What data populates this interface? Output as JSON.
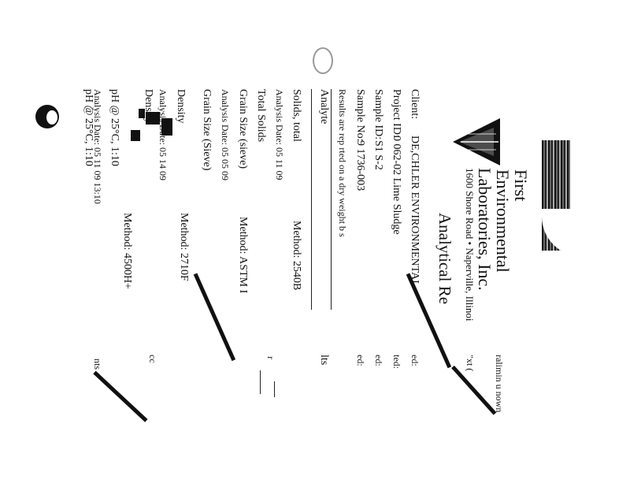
{
  "letterhead": {
    "company_line1": "First",
    "company_line2": "Environmental",
    "company_line3": "Laboratories, Inc.",
    "address": "1600 Shore Road • Naperville, Illinoi"
  },
  "report_title": "Analytical Re",
  "info": {
    "client_label": "Client:",
    "client_value": "DE,CHLER ENVIRONMENTAL",
    "project_label": "Project ID:",
    "project_value": "0 062-02 Lime Sludge",
    "sample_id_label": "Sample ID:",
    "sample_id_value": "S1 S-2",
    "sample_no_label": "Sample No:",
    "sample_no_value": "9 1736-003",
    "basis_note": "Results are rep rted on a dry weight b s"
  },
  "table": {
    "analyte_header": "Analyte",
    "rows": [
      {
        "name": "Solids, total",
        "date": "Analysis Date: 05 11 09",
        "method": "Method: 2540B"
      },
      {
        "name": "Total Solids",
        "date": "",
        "method": ""
      },
      {
        "name": "Grain Size (sieve)",
        "date": "Analysis Date: 05 05 09",
        "method": "Method: ASTM I"
      },
      {
        "name": "Grain Size (Sieve)",
        "date": "",
        "method": "Method: 2710F"
      },
      {
        "name": "Density",
        "date": "Analysis Date: 05 14 09",
        "method": ""
      },
      {
        "name": "Density",
        "date": "",
        "method": ""
      },
      {
        "name": "pH @ 25°C, 1:10",
        "date": "Analysis Date: 05 11 09 13:10",
        "method": "Method: 4500H+"
      },
      {
        "name": "pH @ 25°C, 1:10",
        "date": "",
        "method": ""
      }
    ]
  },
  "right_fragments": {
    "date_label_1": "ed:",
    "date_label_2": "ted:",
    "date_label_3": "ed:",
    "date_label_4": "ed:",
    "results_header": "lts",
    "top_text": "ralimin u nown",
    "qual": "\"xt (",
    "mark_cc": "cc",
    "units": "nts",
    "fraction": "r"
  }
}
